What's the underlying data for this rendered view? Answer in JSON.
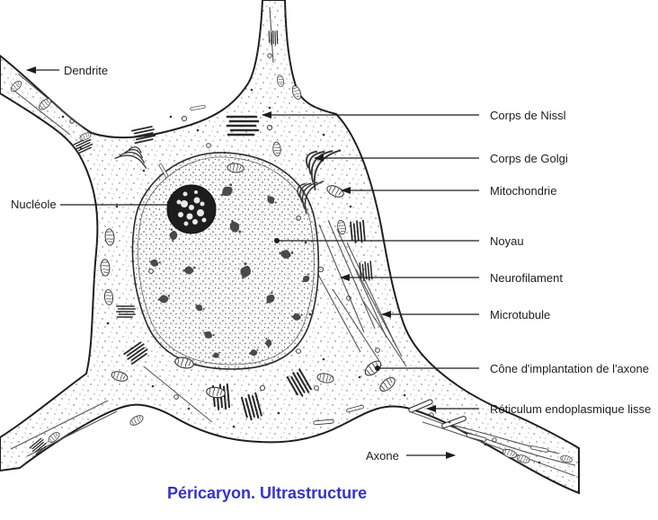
{
  "title": {
    "text": "Péricaryon. Ultrastructure"
  },
  "colors": {
    "ink": "#1c1c1c",
    "title_blue": "#3333cc"
  },
  "labels": {
    "dendrite": {
      "text": "Dendrite"
    },
    "nucleole": {
      "text": "Nucléole"
    },
    "corps_de_nissl": {
      "text": "Corps de Nissl"
    },
    "corps_de_golgi": {
      "text": "Corps de Golgi"
    },
    "mitochondrie": {
      "text": "Mitochondrie"
    },
    "noyau": {
      "text": "Noyau"
    },
    "neurofilament": {
      "text": "Neurofilament"
    },
    "microtubule": {
      "text": "Microtubule"
    },
    "cone_implantation": {
      "text": "Cône d'implantation de l'axone"
    },
    "reticulum": {
      "text": "Réticulum endoplasmique lisse"
    },
    "axone": {
      "text": "Axone"
    }
  }
}
